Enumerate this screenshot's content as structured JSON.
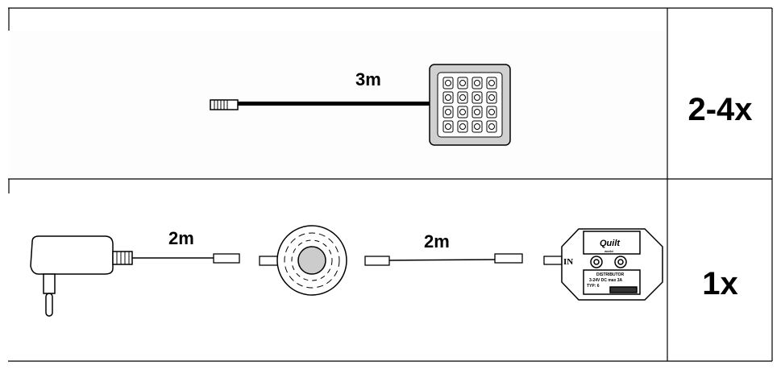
{
  "rows": [
    {
      "quantity": "2-4x",
      "cable_length": "3m"
    },
    {
      "quantity": "1x",
      "cable_length_1": "2m",
      "cable_length_2": "2m"
    }
  ],
  "distributor": {
    "logo": "Quilt",
    "logo_sub": "world",
    "title": "DISTRIBUTOR",
    "spec": "3-24V DC max 3A",
    "type": "TYP: 6",
    "input_label": "IN"
  }
}
